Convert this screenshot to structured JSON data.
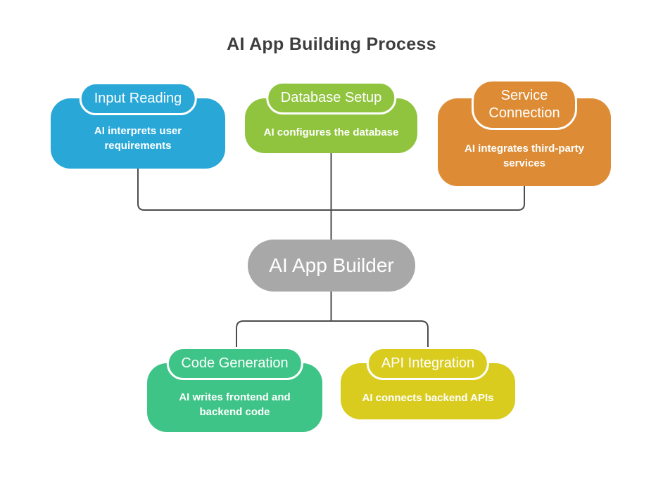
{
  "title": "AI App Building Process",
  "colors": {
    "input_reading": "#29a8d8",
    "database_setup": "#90c43e",
    "service_connection": "#dd8c35",
    "ai_app_builder": "#a8a8a8",
    "code_generation": "#3ec487",
    "api_integration": "#d9cc1f",
    "connector_line": "#4c4c4c",
    "title_text": "#3e3e3e",
    "node_text": "#ffffff"
  },
  "center": {
    "label": "AI App Builder",
    "color": "#a8a8a8"
  },
  "nodes": [
    {
      "id": "input-reading",
      "label": "Input Reading",
      "description": "AI interprets user requirements",
      "color": "#29a8d8"
    },
    {
      "id": "database-setup",
      "label": "Database Setup",
      "description": "AI configures the database",
      "color": "#90c43e"
    },
    {
      "id": "service-connection",
      "label": "Service Connection",
      "description": "AI integrates third-party services",
      "color": "#dd8c35"
    },
    {
      "id": "code-generation",
      "label": "Code Generation",
      "description": "AI writes frontend and backend code",
      "color": "#3ec487"
    },
    {
      "id": "api-integration",
      "label": "API Integration",
      "description": "AI connects backend APIs",
      "color": "#d9cc1f"
    }
  ],
  "edges": [
    {
      "from": "input-reading",
      "to": "ai-app-builder"
    },
    {
      "from": "database-setup",
      "to": "ai-app-builder"
    },
    {
      "from": "service-connection",
      "to": "ai-app-builder"
    },
    {
      "from": "ai-app-builder",
      "to": "code-generation"
    },
    {
      "from": "ai-app-builder",
      "to": "api-integration"
    }
  ]
}
